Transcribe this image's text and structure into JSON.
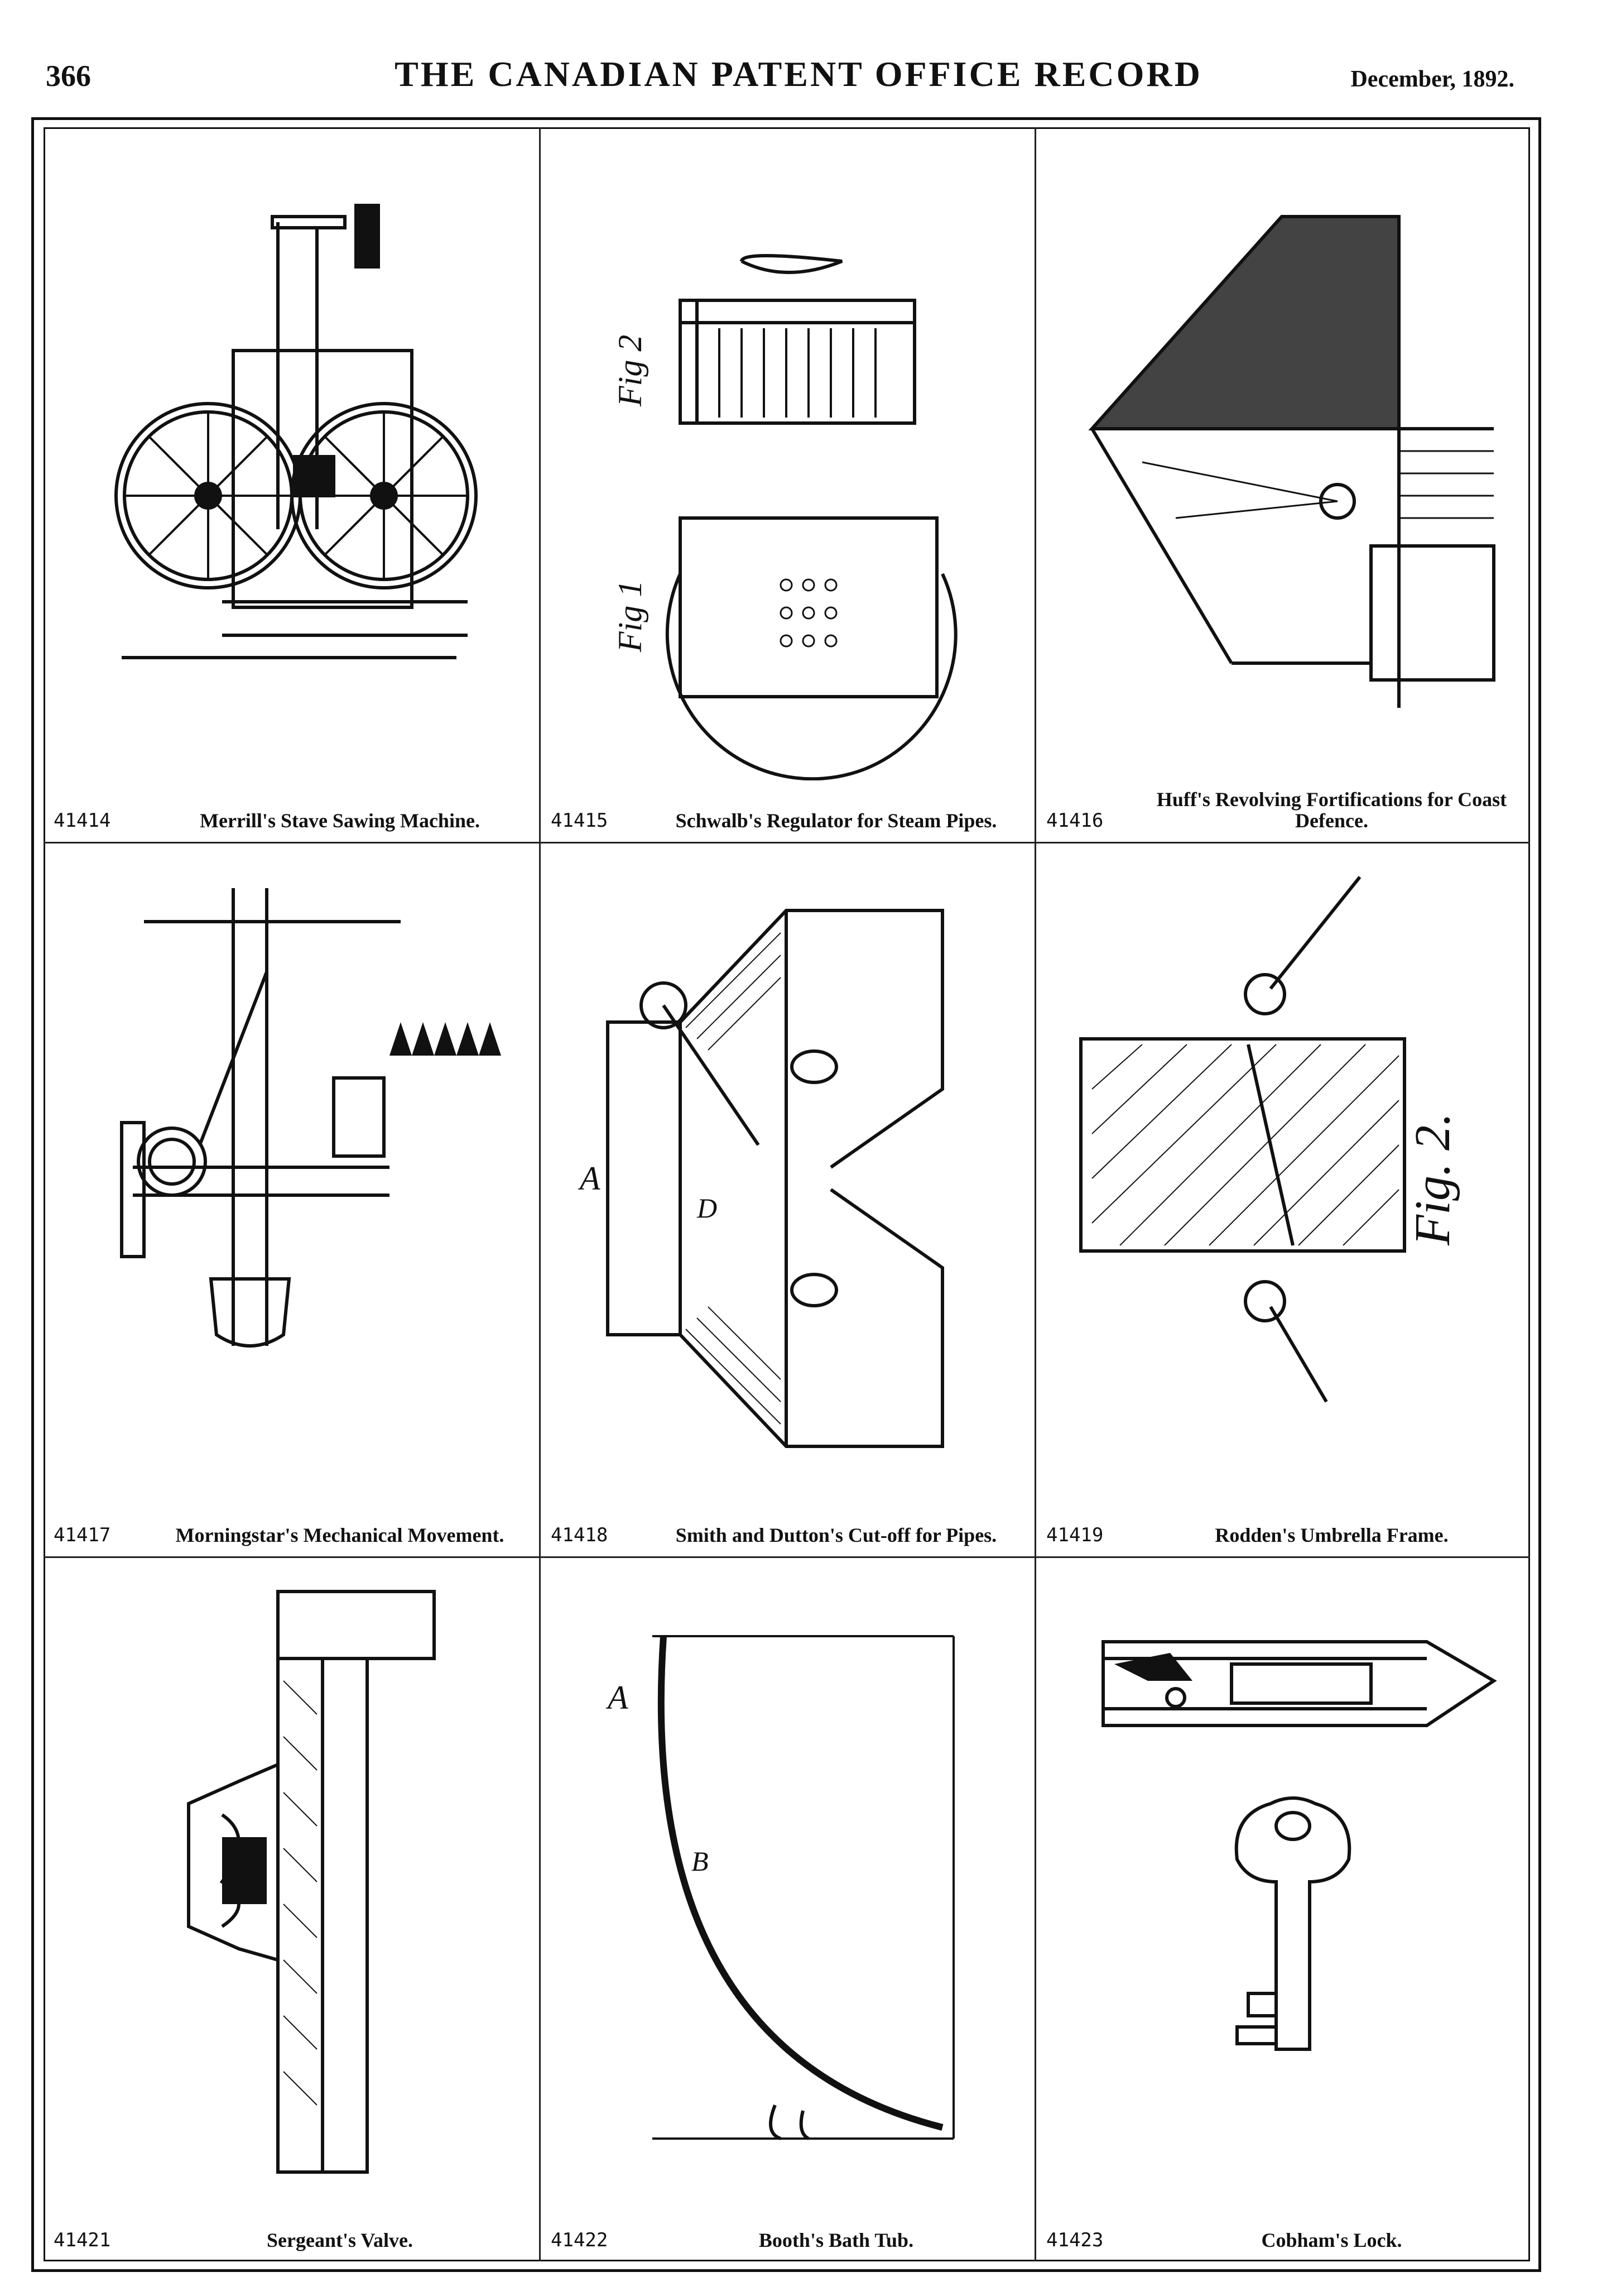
{
  "header": {
    "page_number": "366",
    "journal_title": "THE CANADIAN PATENT OFFICE RECORD",
    "issue_date": "December, 1892."
  },
  "patents": [
    {
      "number": "41414",
      "title": "Merrill's Stave Sawing Machine."
    },
    {
      "number": "41415",
      "title": "Schwalb's Regulator for Steam Pipes."
    },
    {
      "number": "41416",
      "title": "Huff's Revolving Fortifications for Coast Defence."
    },
    {
      "number": "41417",
      "title": "Morningstar's Mechanical Movement."
    },
    {
      "number": "41418",
      "title": "Smith and Dutton's Cut-off for Pipes."
    },
    {
      "number": "41419",
      "title": "Rodden's Umbrella Frame."
    },
    {
      "number": "41421",
      "title": "Sergeant's Valve."
    },
    {
      "number": "41422",
      "title": "Booth's Bath Tub."
    },
    {
      "number": "41423",
      "title": "Cobham's Lock."
    }
  ],
  "figure_labels": {
    "schwalb_fig1": "Fig 1",
    "schwalb_fig2": "Fig 2",
    "rodden_fig2": "Fig. 2.",
    "smith_dutton_A": "A",
    "smith_dutton_D": "D",
    "booth_A": "A",
    "booth_B": "B"
  }
}
